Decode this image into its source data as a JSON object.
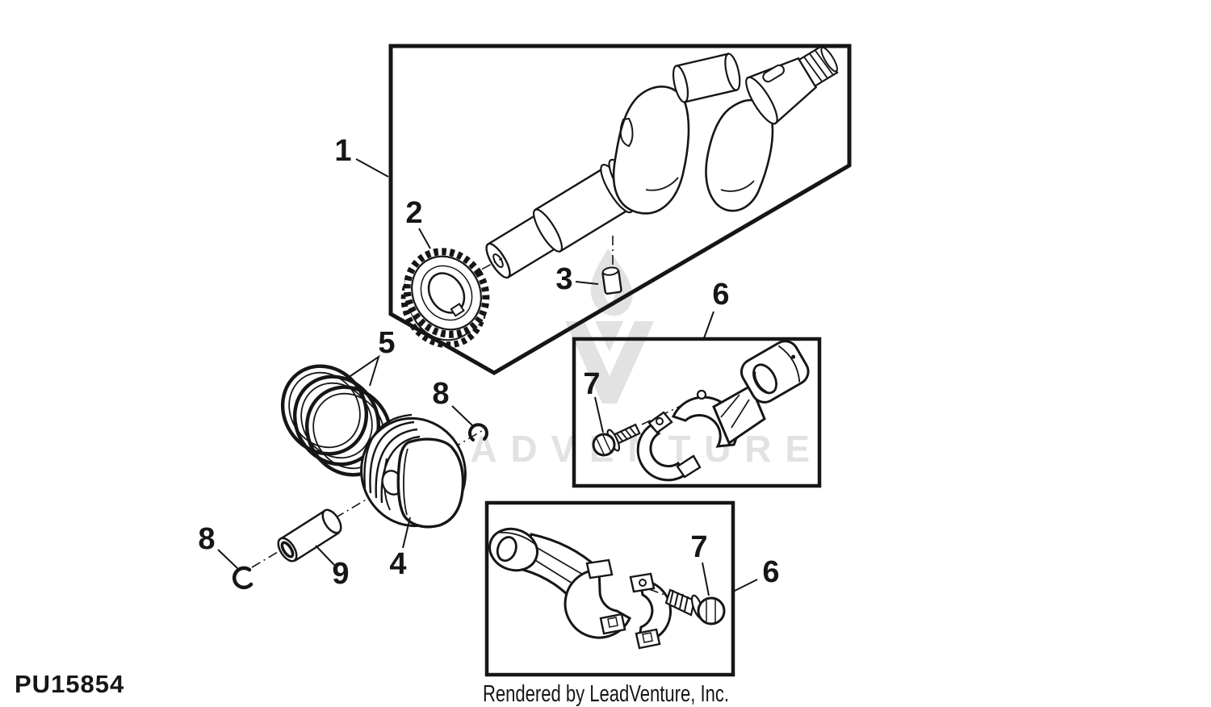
{
  "diagram": {
    "drawing_code": "PU15854",
    "footer_credit": "Rendered by LeadVenture, Inc.",
    "watermark": {
      "text": "LEADVENTURE",
      "logo": "leadventure-flame-icon"
    },
    "colors": {
      "line": "#161616",
      "background": "#ffffff",
      "watermark": "#e2e2e2"
    },
    "callouts": [
      {
        "label": "1",
        "part": "crankshaft-assembly"
      },
      {
        "label": "2",
        "part": "timing-gear"
      },
      {
        "label": "3",
        "part": "dowel-pin"
      },
      {
        "label": "4",
        "part": "piston"
      },
      {
        "label": "5",
        "part": "piston-ring-set"
      },
      {
        "label": "6",
        "part": "connecting-rod-assembly-upper"
      },
      {
        "label": "7",
        "part": "rod-cap-screw-upper"
      },
      {
        "label": "6",
        "part": "connecting-rod-assembly-lower"
      },
      {
        "label": "7",
        "part": "rod-cap-screw-lower"
      },
      {
        "label": "8",
        "part": "snap-ring-outer"
      },
      {
        "label": "8",
        "part": "snap-ring-inner"
      },
      {
        "label": "9",
        "part": "piston-pin"
      }
    ]
  }
}
